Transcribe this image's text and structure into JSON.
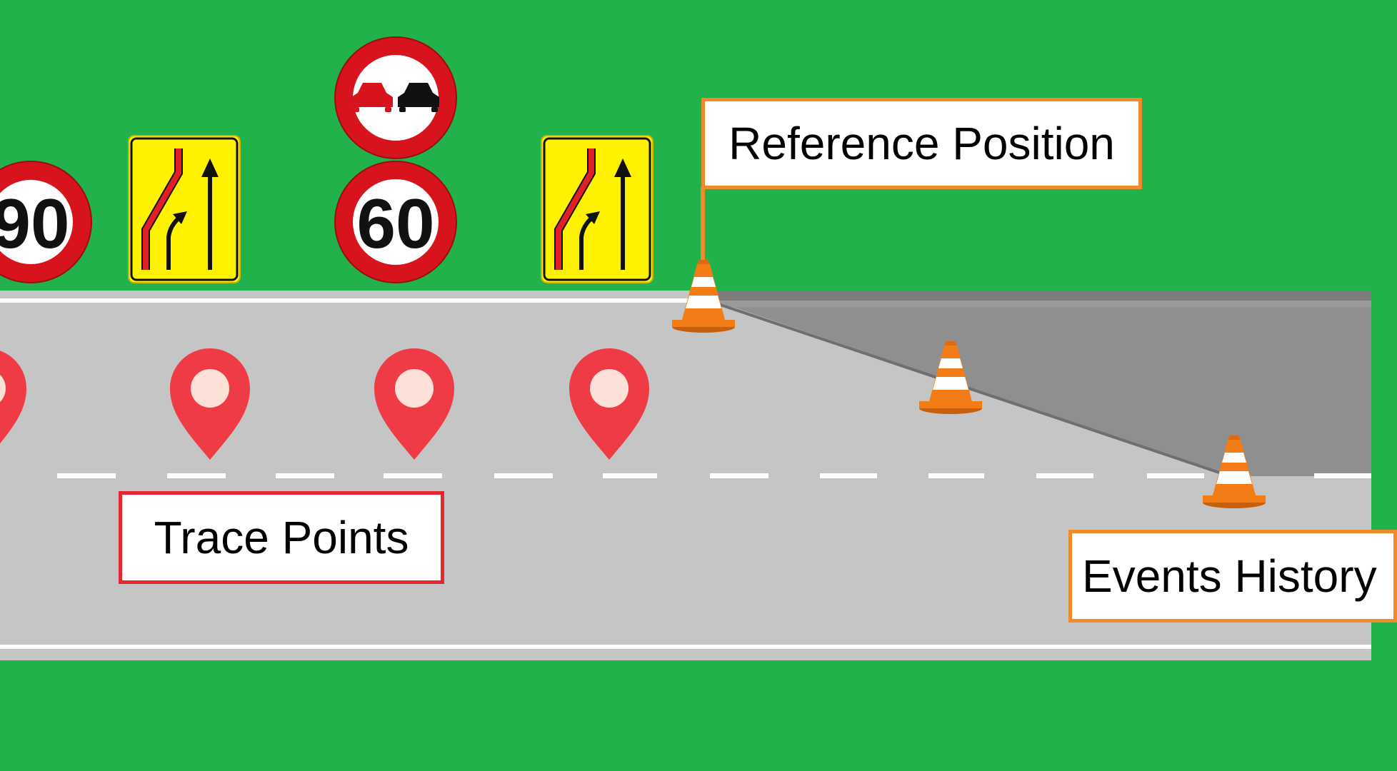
{
  "labels": {
    "reference_position": "Reference Position",
    "trace_points": "Trace Points",
    "events_history": "Events History"
  },
  "signs": {
    "speed_limit_left": "90",
    "speed_limit_middle": "60"
  },
  "colors": {
    "grass": "#21b24c",
    "road": "#c5c5c5",
    "closed_lane": "#8f8f8f",
    "marker": "#ef3b45",
    "reference_accent": "#f08a2a",
    "trace_accent": "#e5282f",
    "sign_red": "#d7141e",
    "sign_yellow": "#fff200",
    "cone": "#f47c16"
  }
}
